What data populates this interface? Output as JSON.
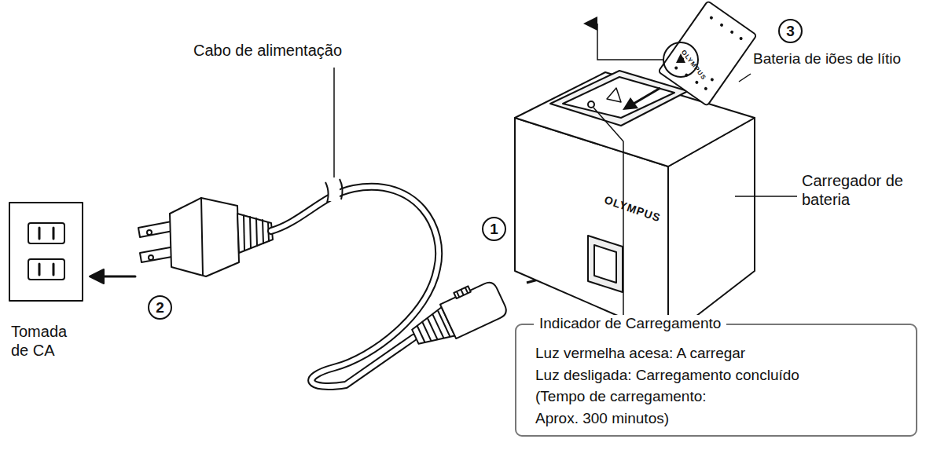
{
  "diagram": {
    "nodes": [
      {
        "text": [
          "Indicador de Carregamento",
          "Luz vermelha acesa: A carregar",
          "Luz desligada: Carregamento concluído",
          "(Tempo de carregamento:",
          "Aprox. 300 minutos)"
        ]
      }
    ],
    "edges": [],
    "labels": [
      "Cabo de alimentação",
      "Bateria de iões de lítio",
      "Carregador de bateria",
      "Tomada de CA",
      "1",
      "2",
      "3",
      "OLYMPUS",
      "OLYMPUS"
    ]
  }
}
